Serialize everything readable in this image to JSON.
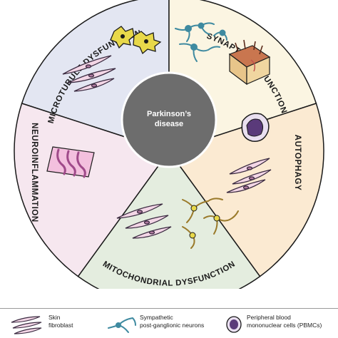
{
  "center": {
    "line1": "Parkinson’s",
    "line2": "disease"
  },
  "segments": [
    {
      "id": "microtubule",
      "label": "MICROTUBULE DYSFUNCTION",
      "color": "#e3e6f2"
    },
    {
      "id": "synaptic",
      "label": "SYNAPTIC DYSFUNCTION",
      "color": "#fbf5e2"
    },
    {
      "id": "autophagy",
      "label": "AUTOPHAGY",
      "color": "#fbead2"
    },
    {
      "id": "mitochondrial",
      "label": "MITOCHONDRIAL DYSFUNCTION",
      "color": "#e4eddf"
    },
    {
      "id": "neuroinflammation",
      "label": "NEUROINFLAMMATION",
      "color": "#f6e7ef"
    }
  ],
  "legend": [
    {
      "icon": "skin-fibroblast-icon",
      "line1": "Skin",
      "line2": "fibroblast"
    },
    {
      "icon": "sympathetic-neuron-icon",
      "line1": "Sympathetic",
      "line2": "post-ganglionic neurons"
    },
    {
      "icon": "pbmc-icon",
      "line1": "Peripheral blood",
      "line2": "mononuclear cells (PBMCs)"
    }
  ],
  "colors": {
    "center": "#6d6d6d",
    "fibroblast_fill": "#f3d6e6",
    "fibroblast_stroke": "#4a3550",
    "neuron_teal": "#3e8aa0",
    "neuron_olive": "#9a7a2a",
    "astrocyte_yellow": "#e8d84a",
    "pbmc_purple": "#5a3a7a",
    "skin_tan": "#e8c58a",
    "ribbon_pink": "#e6a3cf"
  }
}
